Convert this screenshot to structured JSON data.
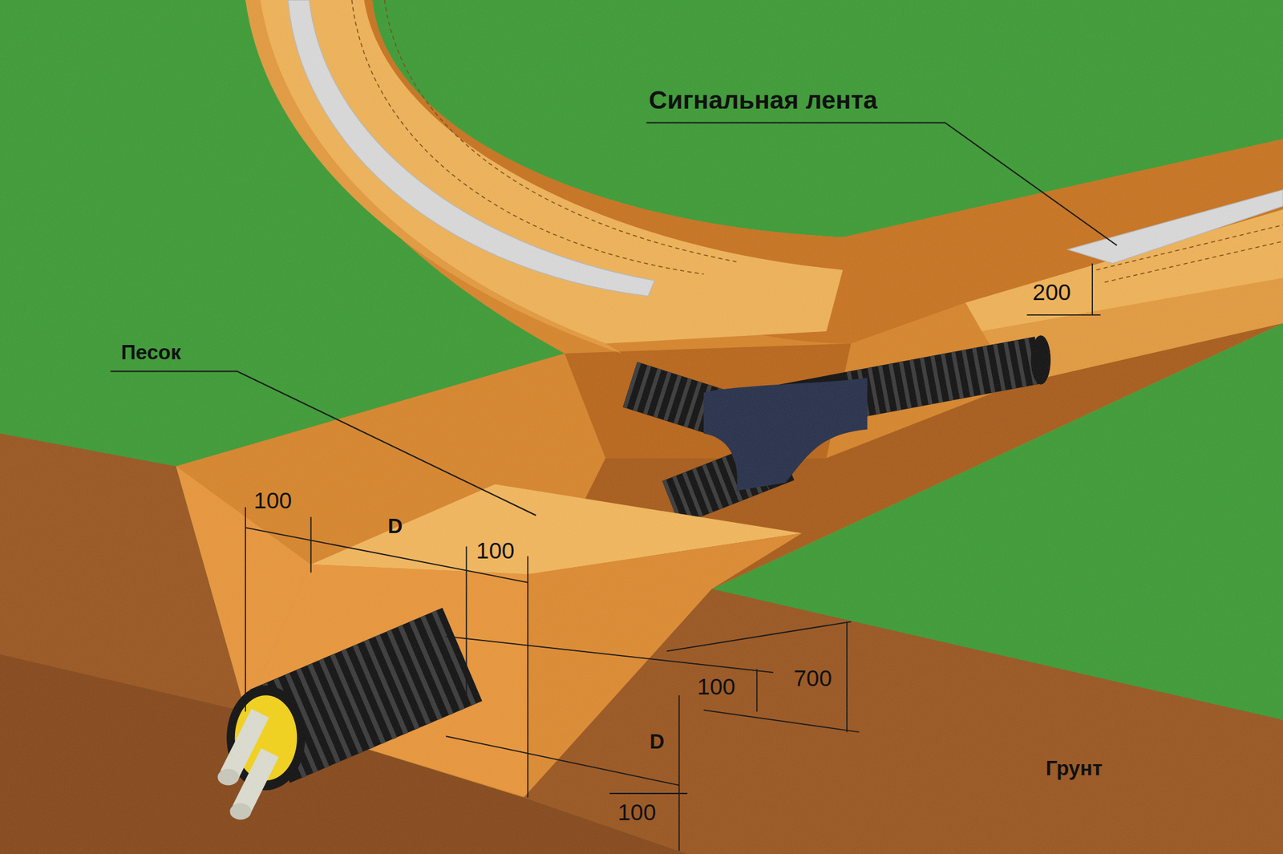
{
  "diagram": {
    "labels": [
      "Сигнальная лента",
      "Песок",
      "200",
      "100",
      "D",
      "100",
      "100",
      "700",
      "D",
      "100",
      "Грунт"
    ]
  }
}
